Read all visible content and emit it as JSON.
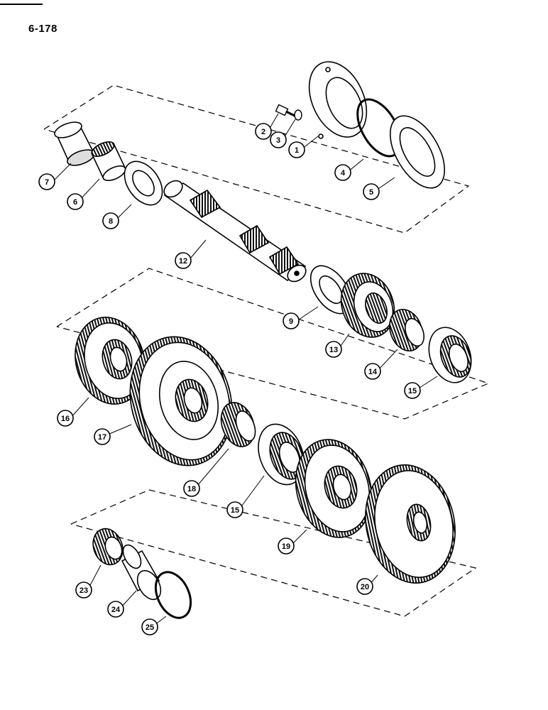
{
  "page": {
    "number": "6-178"
  },
  "callouts": {
    "c1": "1",
    "c2": "2",
    "c3": "3",
    "c4": "4",
    "c5": "5",
    "c6": "6",
    "c7": "7",
    "c8": "8",
    "c9": "9",
    "c12": "12",
    "c13": "13",
    "c14": "14",
    "c15a": "15",
    "c15b": "15",
    "c16": "16",
    "c17": "17",
    "c18": "18",
    "c19": "19",
    "c20": "20",
    "c23": "23",
    "c24": "24",
    "c25": "25"
  }
}
